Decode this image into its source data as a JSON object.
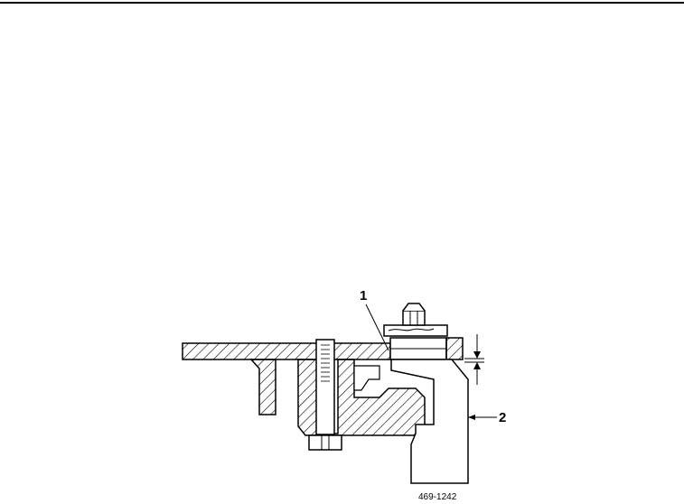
{
  "callouts": {
    "item1": "1",
    "item2": "2"
  },
  "figure_id": "469-1242",
  "colors": {
    "ink": "#000000",
    "paper": "#ffffff"
  }
}
